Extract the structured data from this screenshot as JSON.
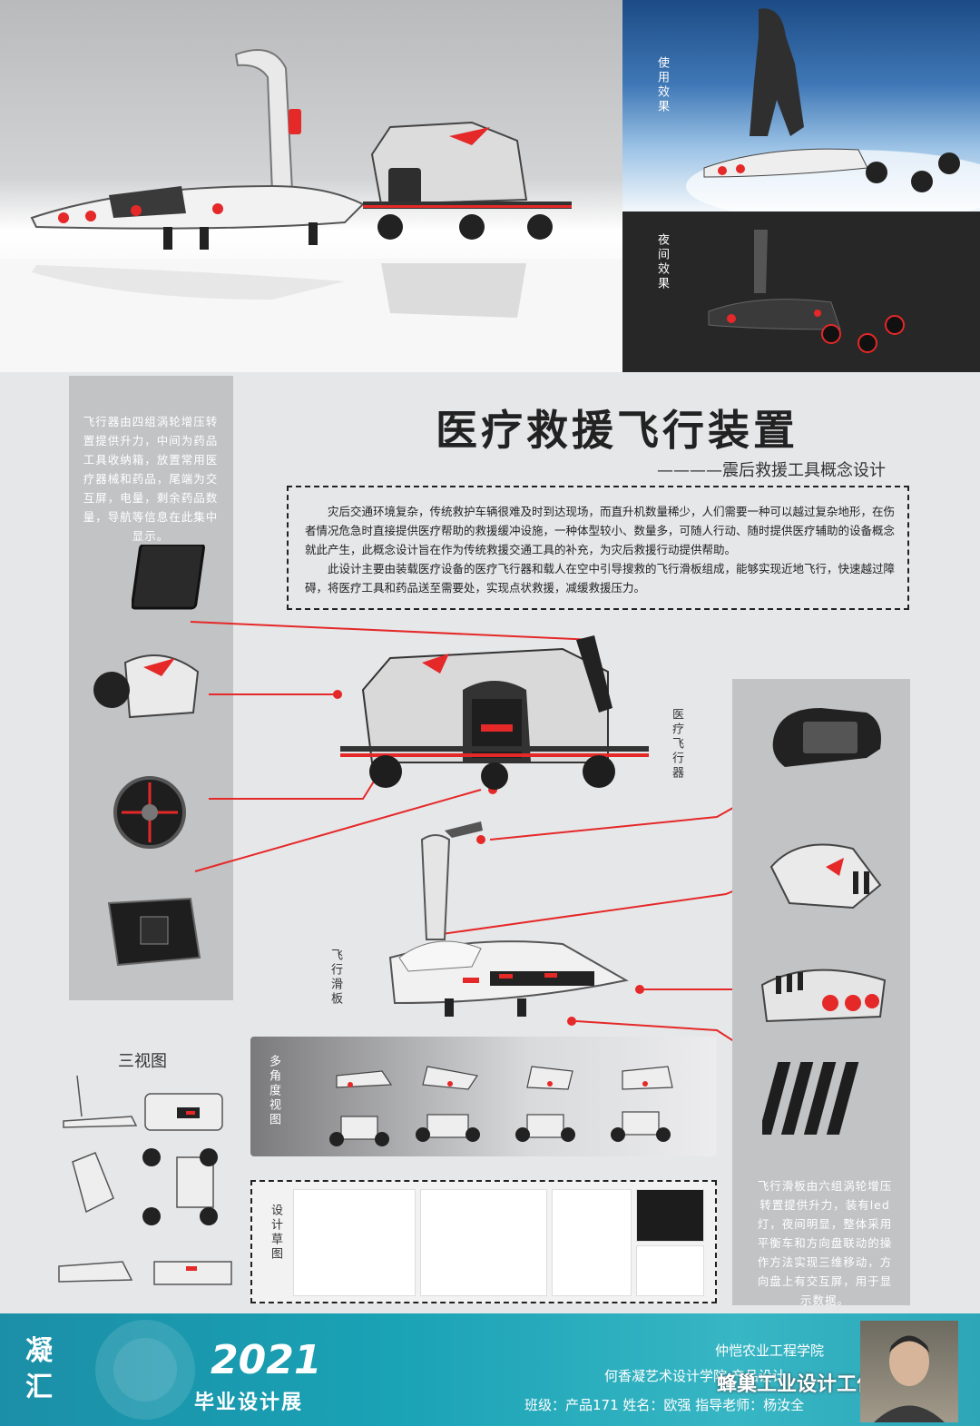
{
  "hero": {
    "use_label": "使用效果",
    "night_label": "夜间效果"
  },
  "title": "医疗救援飞行装置",
  "subtitle": "————震后救援工具概念设计",
  "intro": {
    "p1": "灾后交通环境复杂，传统救护车辆很难及时到达现场，而直升机数量稀少，人们需要一种可以越过复杂地形，在伤者情况危急时直接提供医疗帮助的救援缓冲设施，一种体型较小、数量多，可随人行动、随时提供医疗辅助的设备概念就此产生，此概念设计旨在作为传统救援交通工具的补充，为灾后救援行动提供帮助。",
    "p2": "此设计主要由装载医疗设备的医疗飞行器和载人在空中引导搜救的飞行滑板组成，能够实现近地飞行，快速越过障碍，将医疗工具和药品送至需要处，实现点状救援，减缓救援压力。"
  },
  "left_note": "飞行器由四组涡轮增压转置提供升力，中间为药品工具收纳箱，放置常用医疗器械和药品，尾端为交互屏，电量，剩余药品数量，导航等信息在此集中显示。",
  "right_note": "飞行滑板由六组涡轮增压转置提供升力，装有led灯，夜间明显，整体采用平衡车和方向盘联动的操作方法实现三维移动，方向盘上有交互屏，用于显示数据。",
  "labels": {
    "medical_drone": "医疗飞行器",
    "flying_board": "飞行滑板",
    "three_view": "三视图",
    "multi_angle": "多角度视图",
    "sketch": "设计草图"
  },
  "footer": {
    "logo_chars": [
      "凝",
      "汇"
    ],
    "year": "2021",
    "exhibition": "毕业设计展",
    "school": "仲恺农业工程学院",
    "line2": "何香凝艺术设计学院 产品设计",
    "info": "班级：产品171 姓名：欧强 指导老师：杨汝全",
    "watermark": "蜂巢工业设计工作室"
  },
  "colors": {
    "accent": "#e52828",
    "footer": "#1aa2b5",
    "panel": "#c2c3c5"
  }
}
